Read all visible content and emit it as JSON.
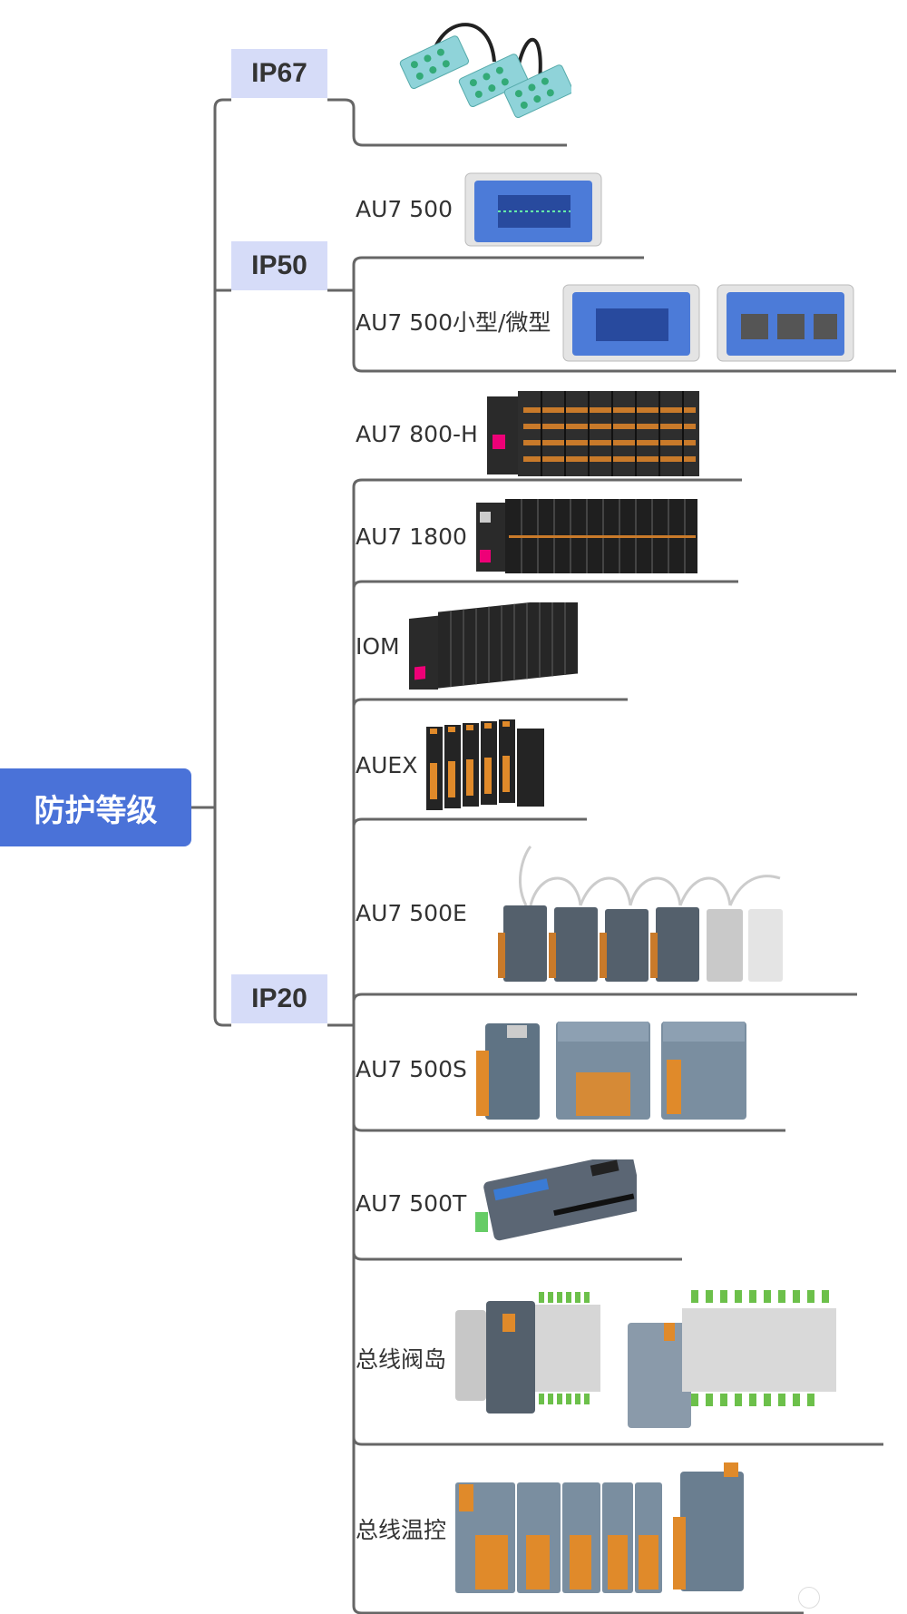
{
  "root": {
    "label": "防护等级"
  },
  "levels": [
    {
      "label": "IP67"
    },
    {
      "label": "IP50"
    },
    {
      "label": "IP20"
    }
  ],
  "leaves": [
    {
      "label": "",
      "device": "m12-distributed-io-modules"
    },
    {
      "label": "AU7 500",
      "device": "blue-enclosure-io"
    },
    {
      "label": "AU7 500小型/微型",
      "device": "blue-enclosure-io-pair"
    },
    {
      "label": "AU7 800-H",
      "device": "orange-terminal-io-rail"
    },
    {
      "label": "AU7 1800",
      "device": "black-slim-io-rail"
    },
    {
      "label": "IOM",
      "device": "compact-io-rail"
    },
    {
      "label": "AUEX",
      "device": "expansion-io-modules"
    },
    {
      "label": "AU7 500E",
      "device": "ethernet-io-modules"
    },
    {
      "label": "AU7 500S",
      "device": "grey-io-blocks"
    },
    {
      "label": "AU7 500T",
      "device": "flat-gateway-unit"
    },
    {
      "label": "总线阀岛",
      "device": "valve-island-pair"
    },
    {
      "label": "总线温控",
      "device": "temperature-control-modules"
    }
  ],
  "colors": {
    "root": "#4a72d8",
    "level_bg": "#d6dcf8",
    "line": "#666666",
    "text": "#333333"
  }
}
